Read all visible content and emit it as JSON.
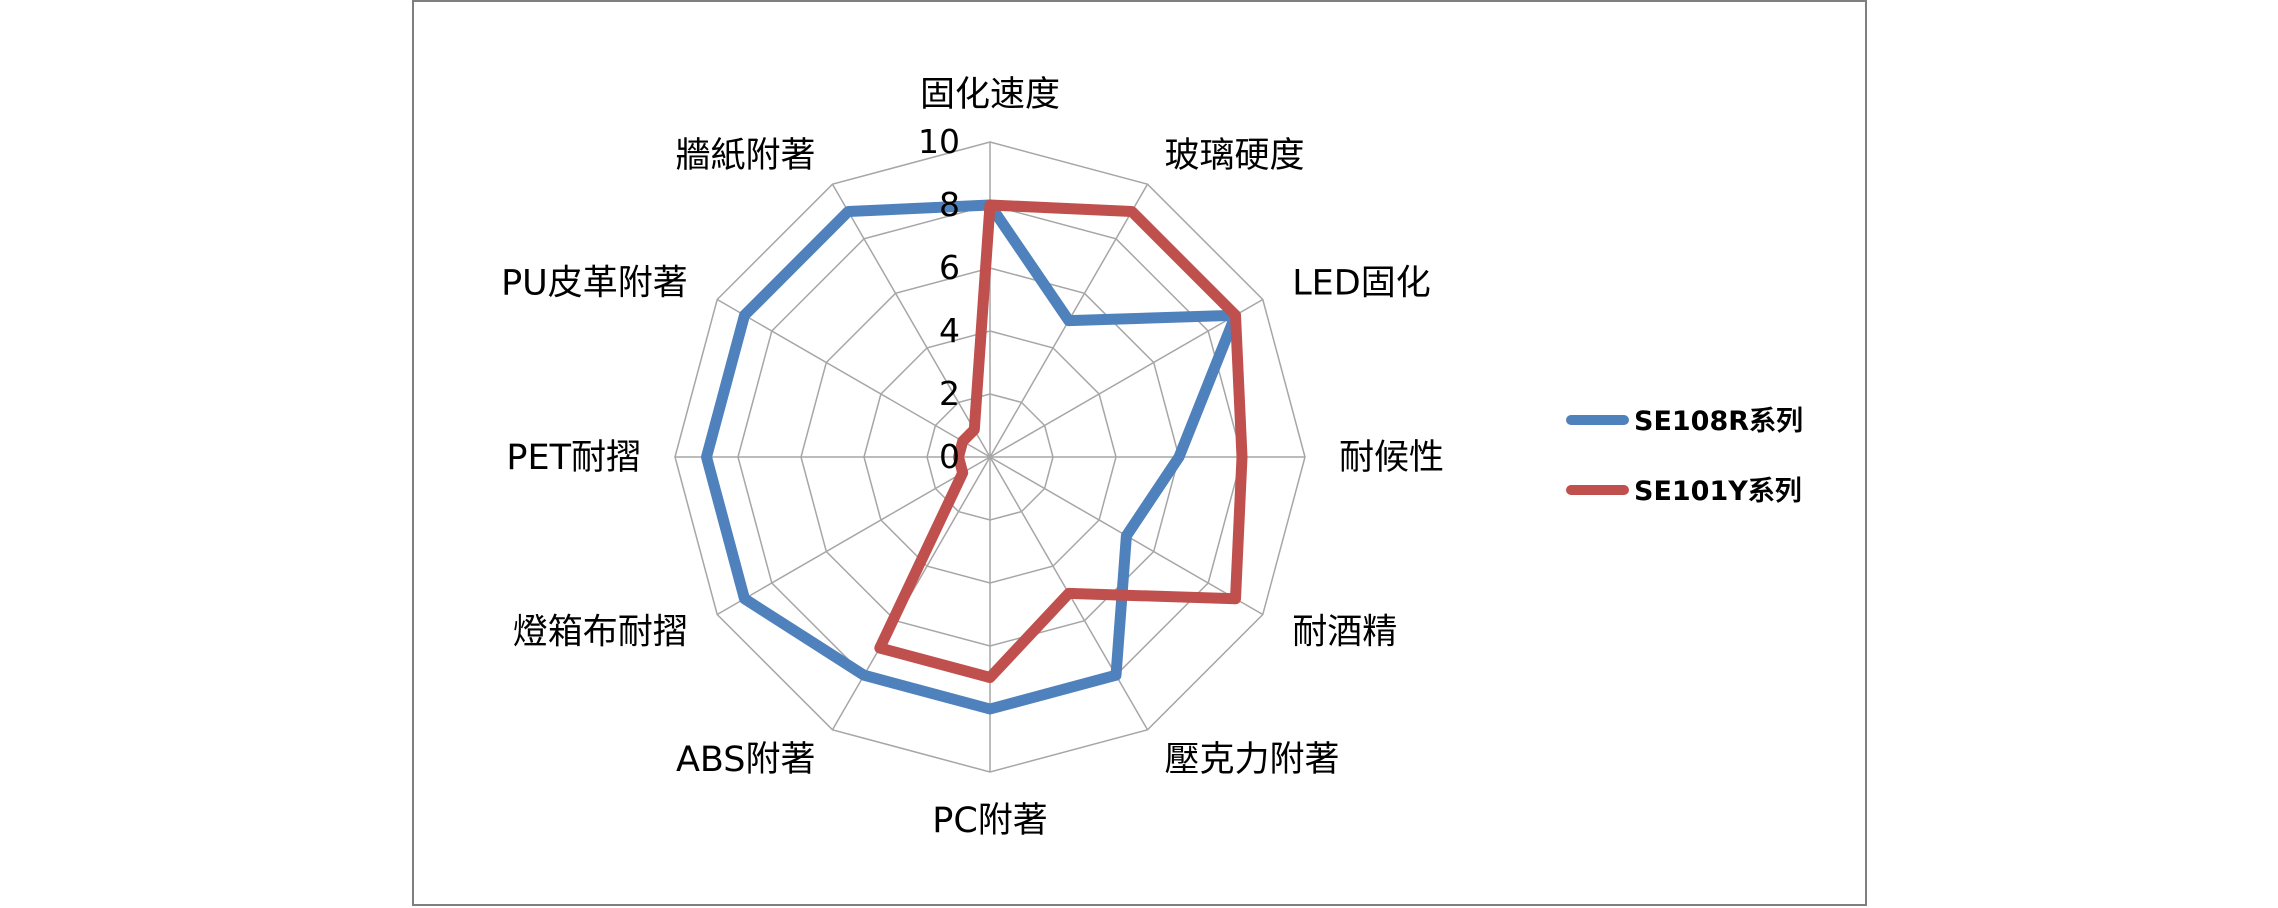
{
  "chart_data": {
    "type": "radar",
    "categories": [
      "固化速度",
      "玻璃硬度",
      "LED固化",
      "耐候性",
      "耐酒精",
      "壓克力附著",
      "PC附著",
      "ABS附著",
      "燈箱布耐摺",
      "PET耐摺",
      "PU皮革附著",
      "牆紙附著"
    ],
    "series": [
      {
        "name": "SE108R系列",
        "color": "#4f81bd",
        "values": [
          8,
          5,
          9,
          6,
          5,
          8,
          8,
          8,
          9,
          9,
          9,
          9
        ]
      },
      {
        "name": "SE101Y系列",
        "color": "#c0504d",
        "values": [
          8,
          9,
          9,
          8,
          9,
          5,
          7,
          7,
          1,
          1,
          1,
          1
        ]
      }
    ],
    "rlim": [
      0,
      10
    ],
    "ticks": [
      "0",
      "2",
      "4",
      "6",
      "8",
      "10"
    ],
    "grid": true,
    "legend_position": "right"
  }
}
